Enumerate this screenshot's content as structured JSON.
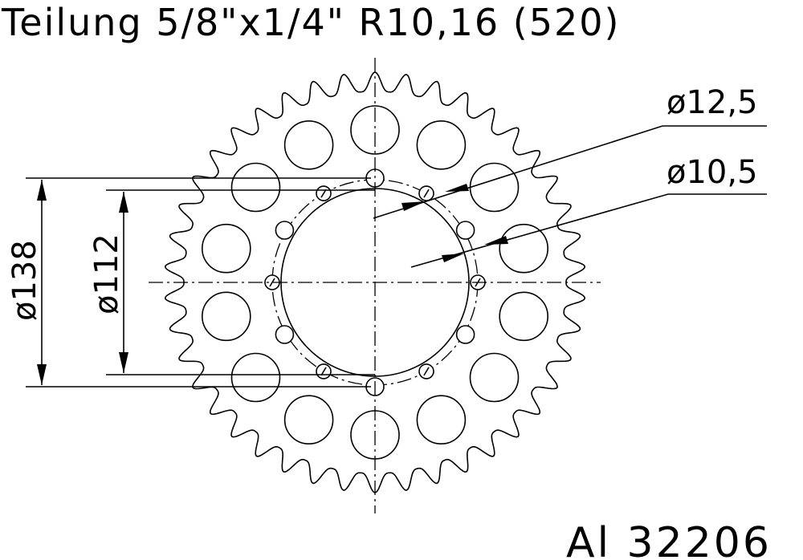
{
  "header": {
    "text": "Teilung 5/8\"x1/4\"  R10,16   (520)"
  },
  "part_number": "Al 32206",
  "dimensions": {
    "outer_bolt_circle": "ø138",
    "inner_bolt_circle": "ø112",
    "large_bolt_hole": "ø12,5",
    "small_bolt_hole": "ø10,5"
  },
  "sprocket": {
    "teeth": 42,
    "lightening_holes": 14,
    "large_bolt_holes": 6,
    "small_bolt_holes": 6
  }
}
